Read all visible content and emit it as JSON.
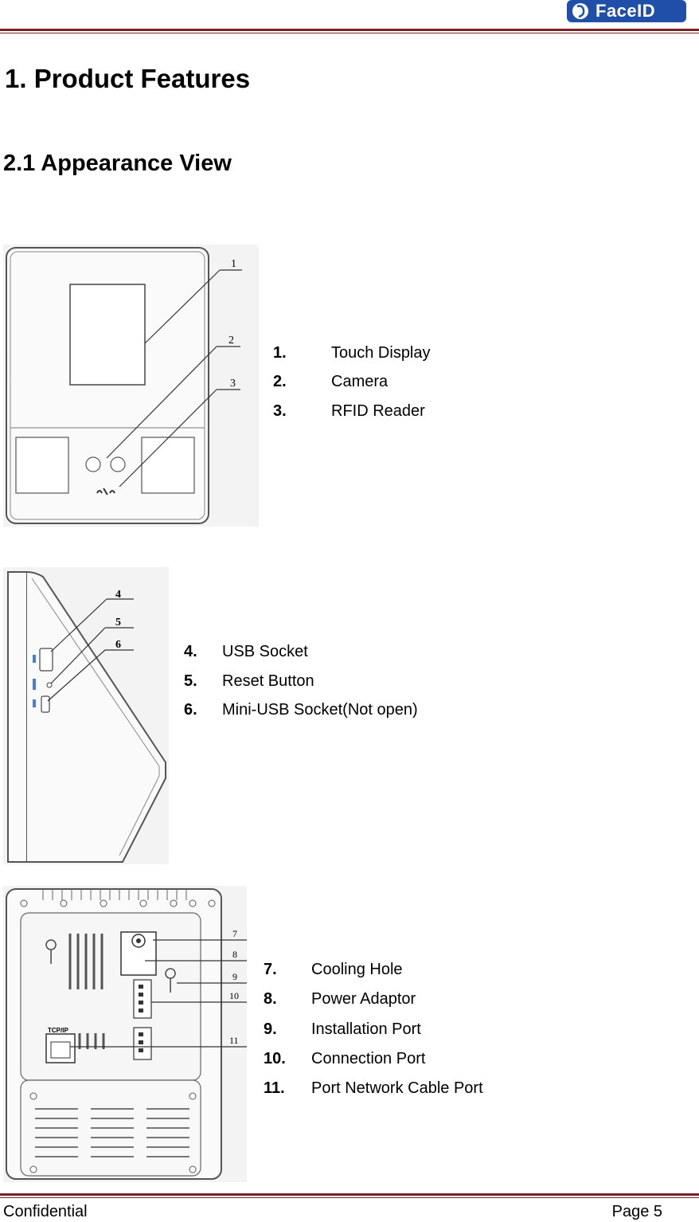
{
  "header": {
    "logo_text": "FaceID",
    "brand_color": "#1f4fa8",
    "rule_color": "#7a1f24"
  },
  "headings": {
    "section": "1. Product Features",
    "subsection": "2.1 Appearance View"
  },
  "front_view": {
    "callouts": [
      "1",
      "2",
      "3"
    ],
    "items": [
      {
        "num": "1.",
        "label": "Touch Display"
      },
      {
        "num": "2.",
        "label": "Camera"
      },
      {
        "num": "3.",
        "label": "RFID Reader"
      }
    ]
  },
  "side_view": {
    "callouts": [
      "4",
      "5",
      "6"
    ],
    "items": [
      {
        "num": "4.",
        "label": "USB Socket"
      },
      {
        "num": "5.",
        "label": "Reset Button"
      },
      {
        "num": "6.",
        "label": "Mini-USB Socket(Not open)"
      }
    ]
  },
  "back_view": {
    "callouts": [
      "7",
      "8",
      "9",
      "10",
      "11"
    ],
    "port_label": "TCP/IP",
    "items": [
      {
        "num": "7.",
        "label": "Cooling Hole"
      },
      {
        "num": "8.",
        "label": "Power Adaptor"
      },
      {
        "num": "9.",
        "label": "Installation Port"
      },
      {
        "num": "10.",
        "label": "Connection Port"
      },
      {
        "num": "11.",
        "label": "Port Network Cable Port"
      }
    ]
  },
  "footer": {
    "left": "Confidential",
    "right": "Page 5"
  }
}
